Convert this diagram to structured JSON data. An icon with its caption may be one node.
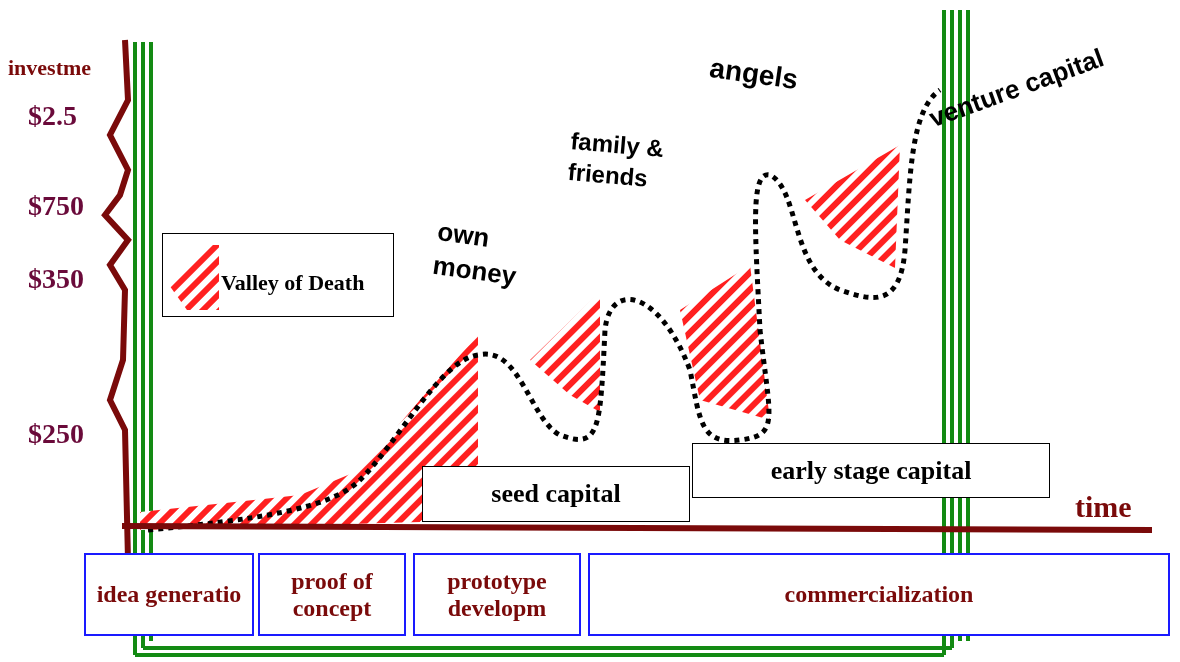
{
  "diagram": {
    "nodes": [
      {
        "text": [
          "idea generatio"
        ]
      },
      {
        "text": [
          "proof of concept"
        ]
      },
      {
        "text": [
          "prototype developm"
        ]
      },
      {
        "text": [
          "commercialization"
        ]
      },
      {
        "text": [
          "seed capital"
        ]
      },
      {
        "text": [
          "early stage capital"
        ]
      }
    ],
    "labels": [
      "investme",
      "$2.5",
      "$750",
      "$350",
      "$250",
      "own money",
      "family & friends",
      "angels",
      "venture capital",
      "time"
    ],
    "legend": [
      {
        "text": "Valley of Death"
      }
    ]
  }
}
